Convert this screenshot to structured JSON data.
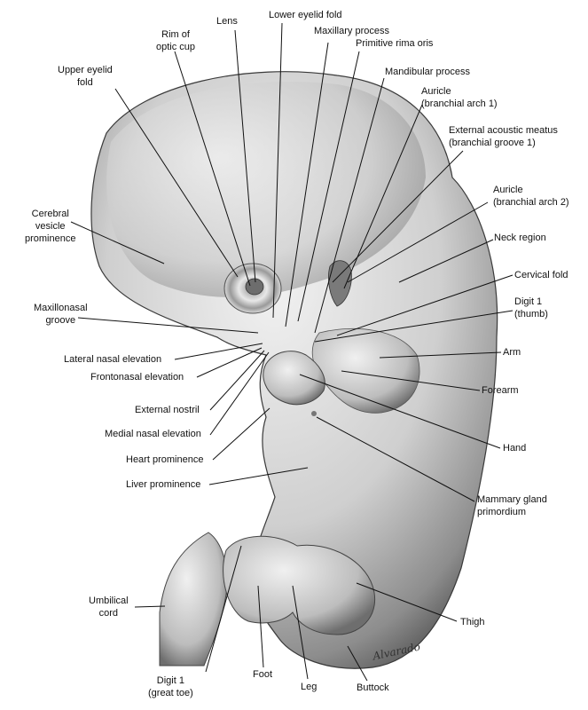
{
  "signature": "Alvarado",
  "labels": {
    "rim_optic_cup": "Rim of\noptic cup",
    "lens": "Lens",
    "lower_eyelid_fold": "Lower eyelid fold",
    "maxillary_process": "Maxillary process",
    "primitive_rima_oris": "Primitive rima oris",
    "upper_eyelid_fold": "Upper eyelid\nfold",
    "mandibular_process": "Mandibular process",
    "auricle_arch1": "Auricle\n(branchial arch 1)",
    "external_acoustic_meatus": "External acoustic meatus\n(branchial groove 1)",
    "cerebral_vesicle": "Cerebral\nvesicle\nprominence",
    "auricle_arch2": "Auricle\n(branchial arch 2)",
    "neck_region": "Neck region",
    "cervical_fold": "Cervical fold",
    "maxillonasal_groove": "Maxillonasal\ngroove",
    "digit1_thumb": "Digit 1\n(thumb)",
    "lateral_nasal_elevation": "Lateral nasal elevation",
    "arm": "Arm",
    "frontonasal_elevation": "Frontonasal elevation",
    "forearm": "Forearm",
    "external_nostril": "External nostril",
    "medial_nasal_elevation": "Medial nasal elevation",
    "hand": "Hand",
    "heart_prominence": "Heart prominence",
    "liver_prominence": "Liver prominence",
    "mammary_gland": "Mammary gland\nprimordium",
    "umbilical_cord": "Umbilical\ncord",
    "thigh": "Thigh",
    "digit1_great_toe": "Digit 1\n(great toe)",
    "foot": "Foot",
    "leg": "Leg",
    "buttock": "Buttock"
  }
}
